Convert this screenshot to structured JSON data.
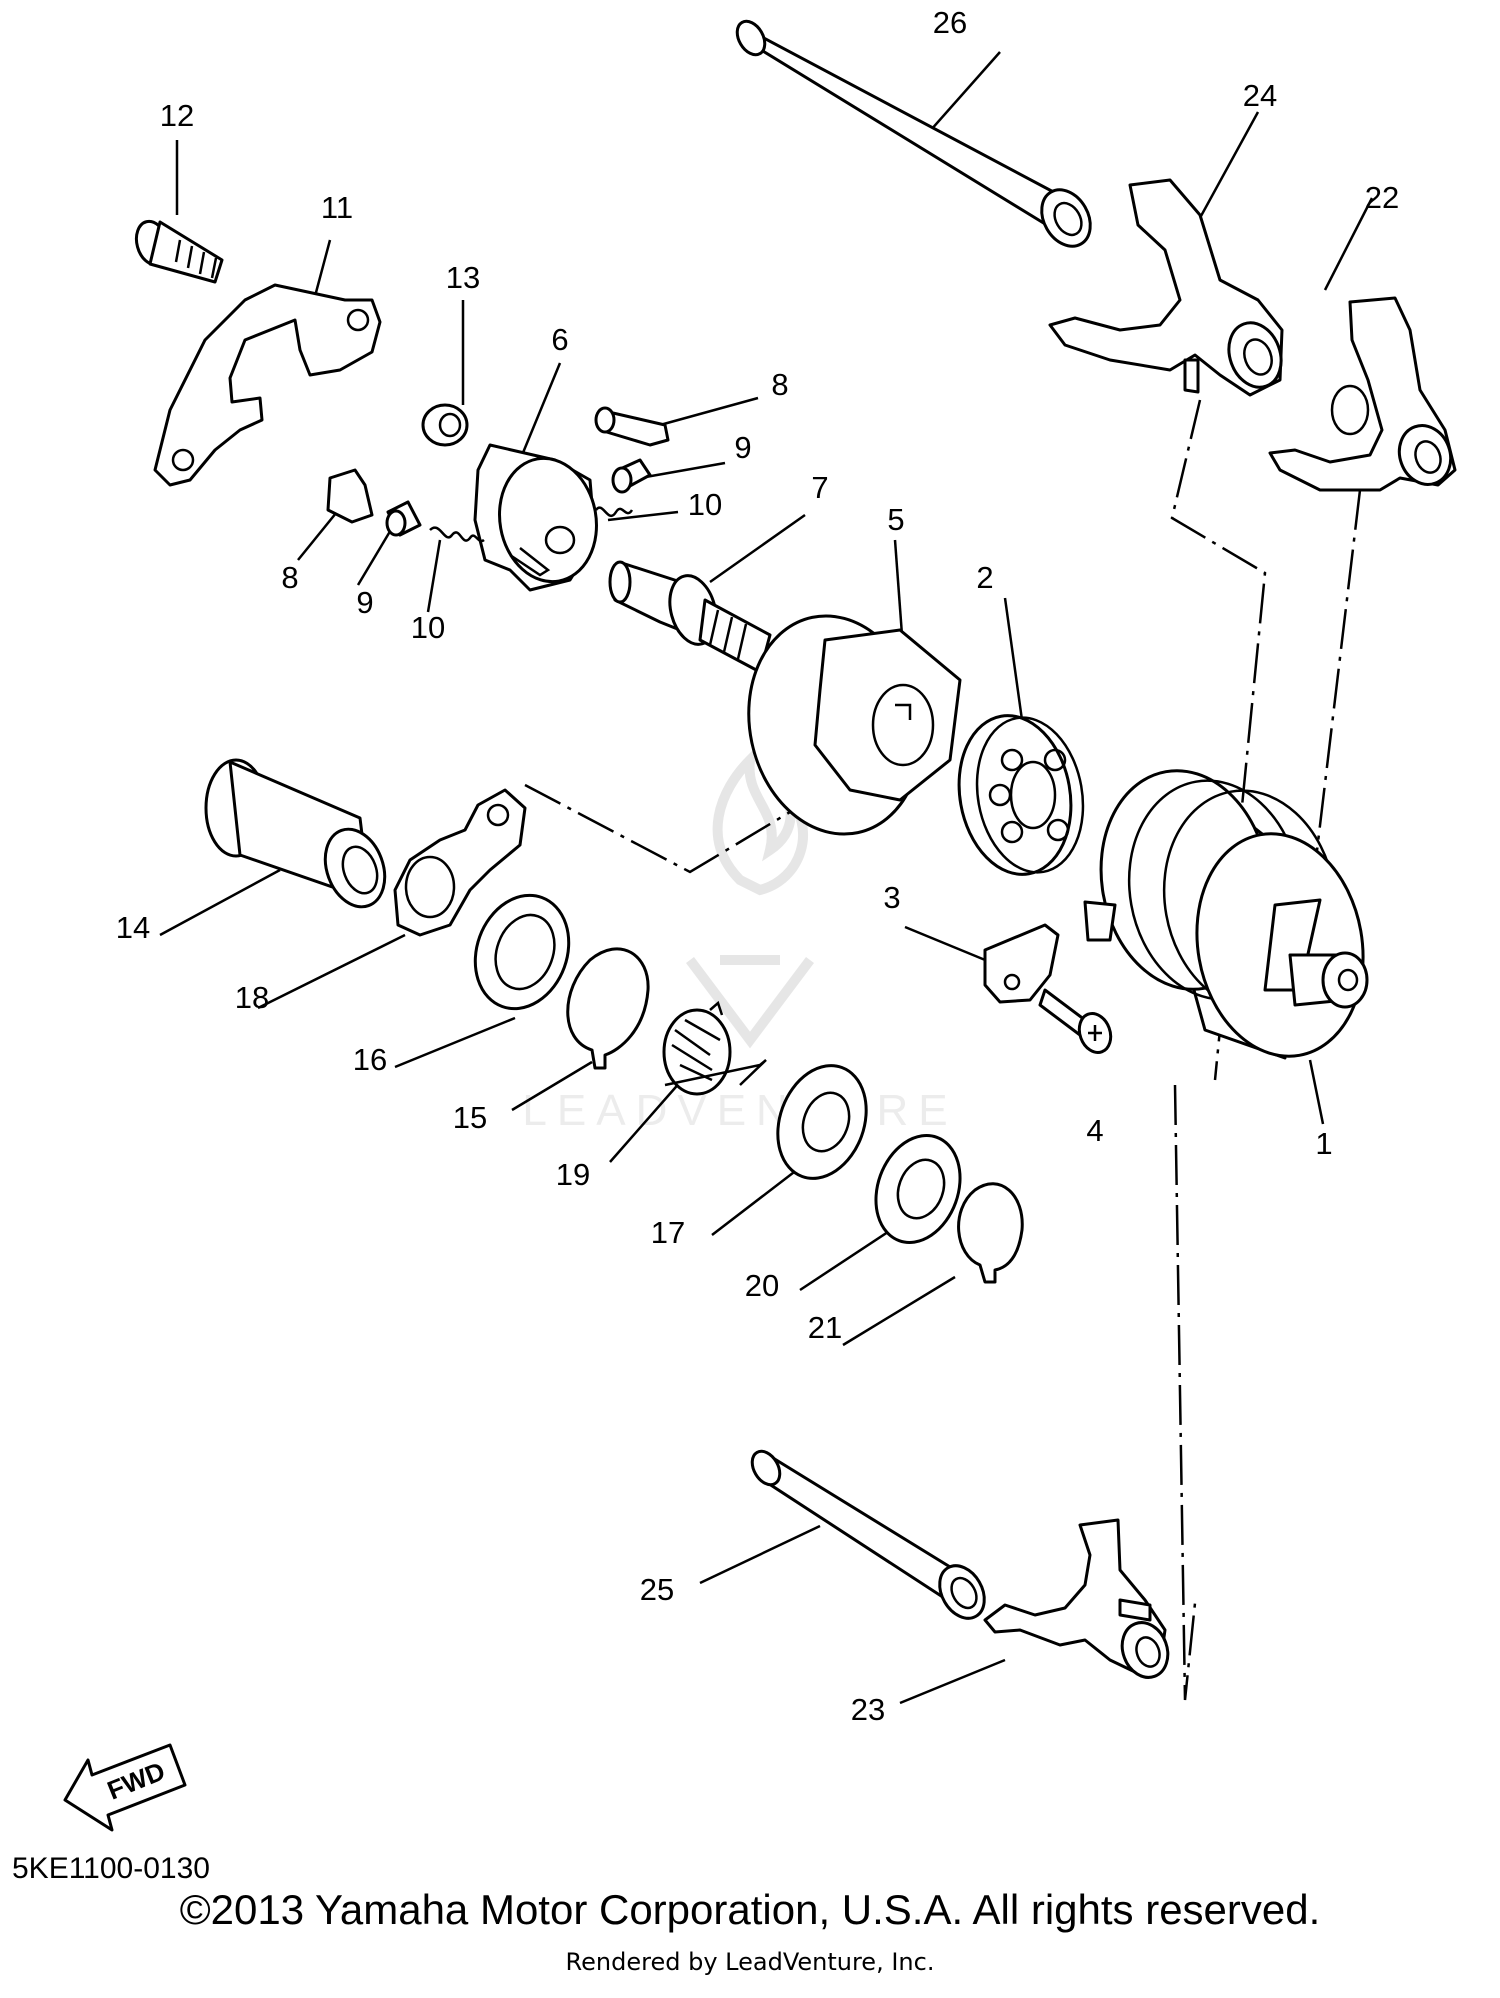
{
  "diagram": {
    "code": "5KE1100-0130",
    "copyright": "©2013 Yamaha Motor Corporation, U.S.A. All rights reserved.",
    "rendered_by": "Rendered by LeadVenture, Inc.",
    "watermark": "LEADVENTURE",
    "fwd_label": "FWD"
  },
  "callouts": [
    "1",
    "2",
    "3",
    "4",
    "5",
    "6",
    "7",
    "8",
    "9",
    "10",
    "11",
    "12",
    "13",
    "14",
    "15",
    "16",
    "17",
    "18",
    "19",
    "20",
    "21",
    "22",
    "23",
    "24",
    "25",
    "26",
    "8",
    "9",
    "10"
  ]
}
